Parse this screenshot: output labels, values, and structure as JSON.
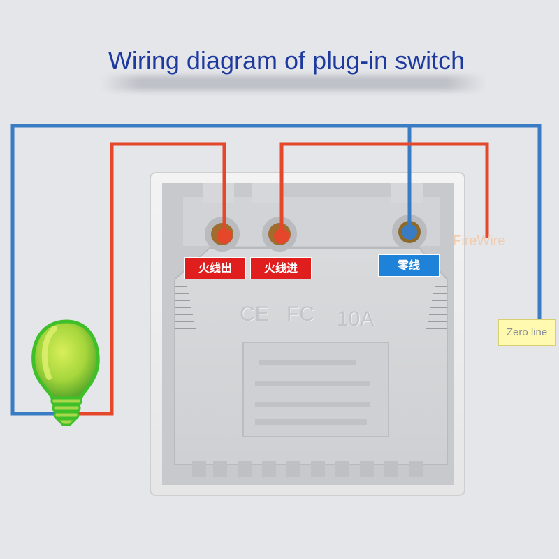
{
  "title": "Wiring diagram of plug-in switch",
  "terminals": [
    {
      "label": "火线出",
      "color": "#e01e1e"
    },
    {
      "label": "火线进",
      "color": "#e01e1e"
    },
    {
      "label": "零线",
      "color": "#1e83d8"
    }
  ],
  "wire_labels": {
    "fire_wire": "FireWire",
    "zero_line": "Zero line"
  },
  "embossed_marks": {
    "ce": "CE",
    "fc": "FC",
    "rating": "10A"
  },
  "colors": {
    "live_wire": "#e4472a",
    "neutral_wire": "#3a7cc4",
    "title": "#1f3a9e",
    "bulb": "#9ad43a"
  },
  "icons": [
    "light-bulb-icon",
    "screw-terminal-icon"
  ]
}
